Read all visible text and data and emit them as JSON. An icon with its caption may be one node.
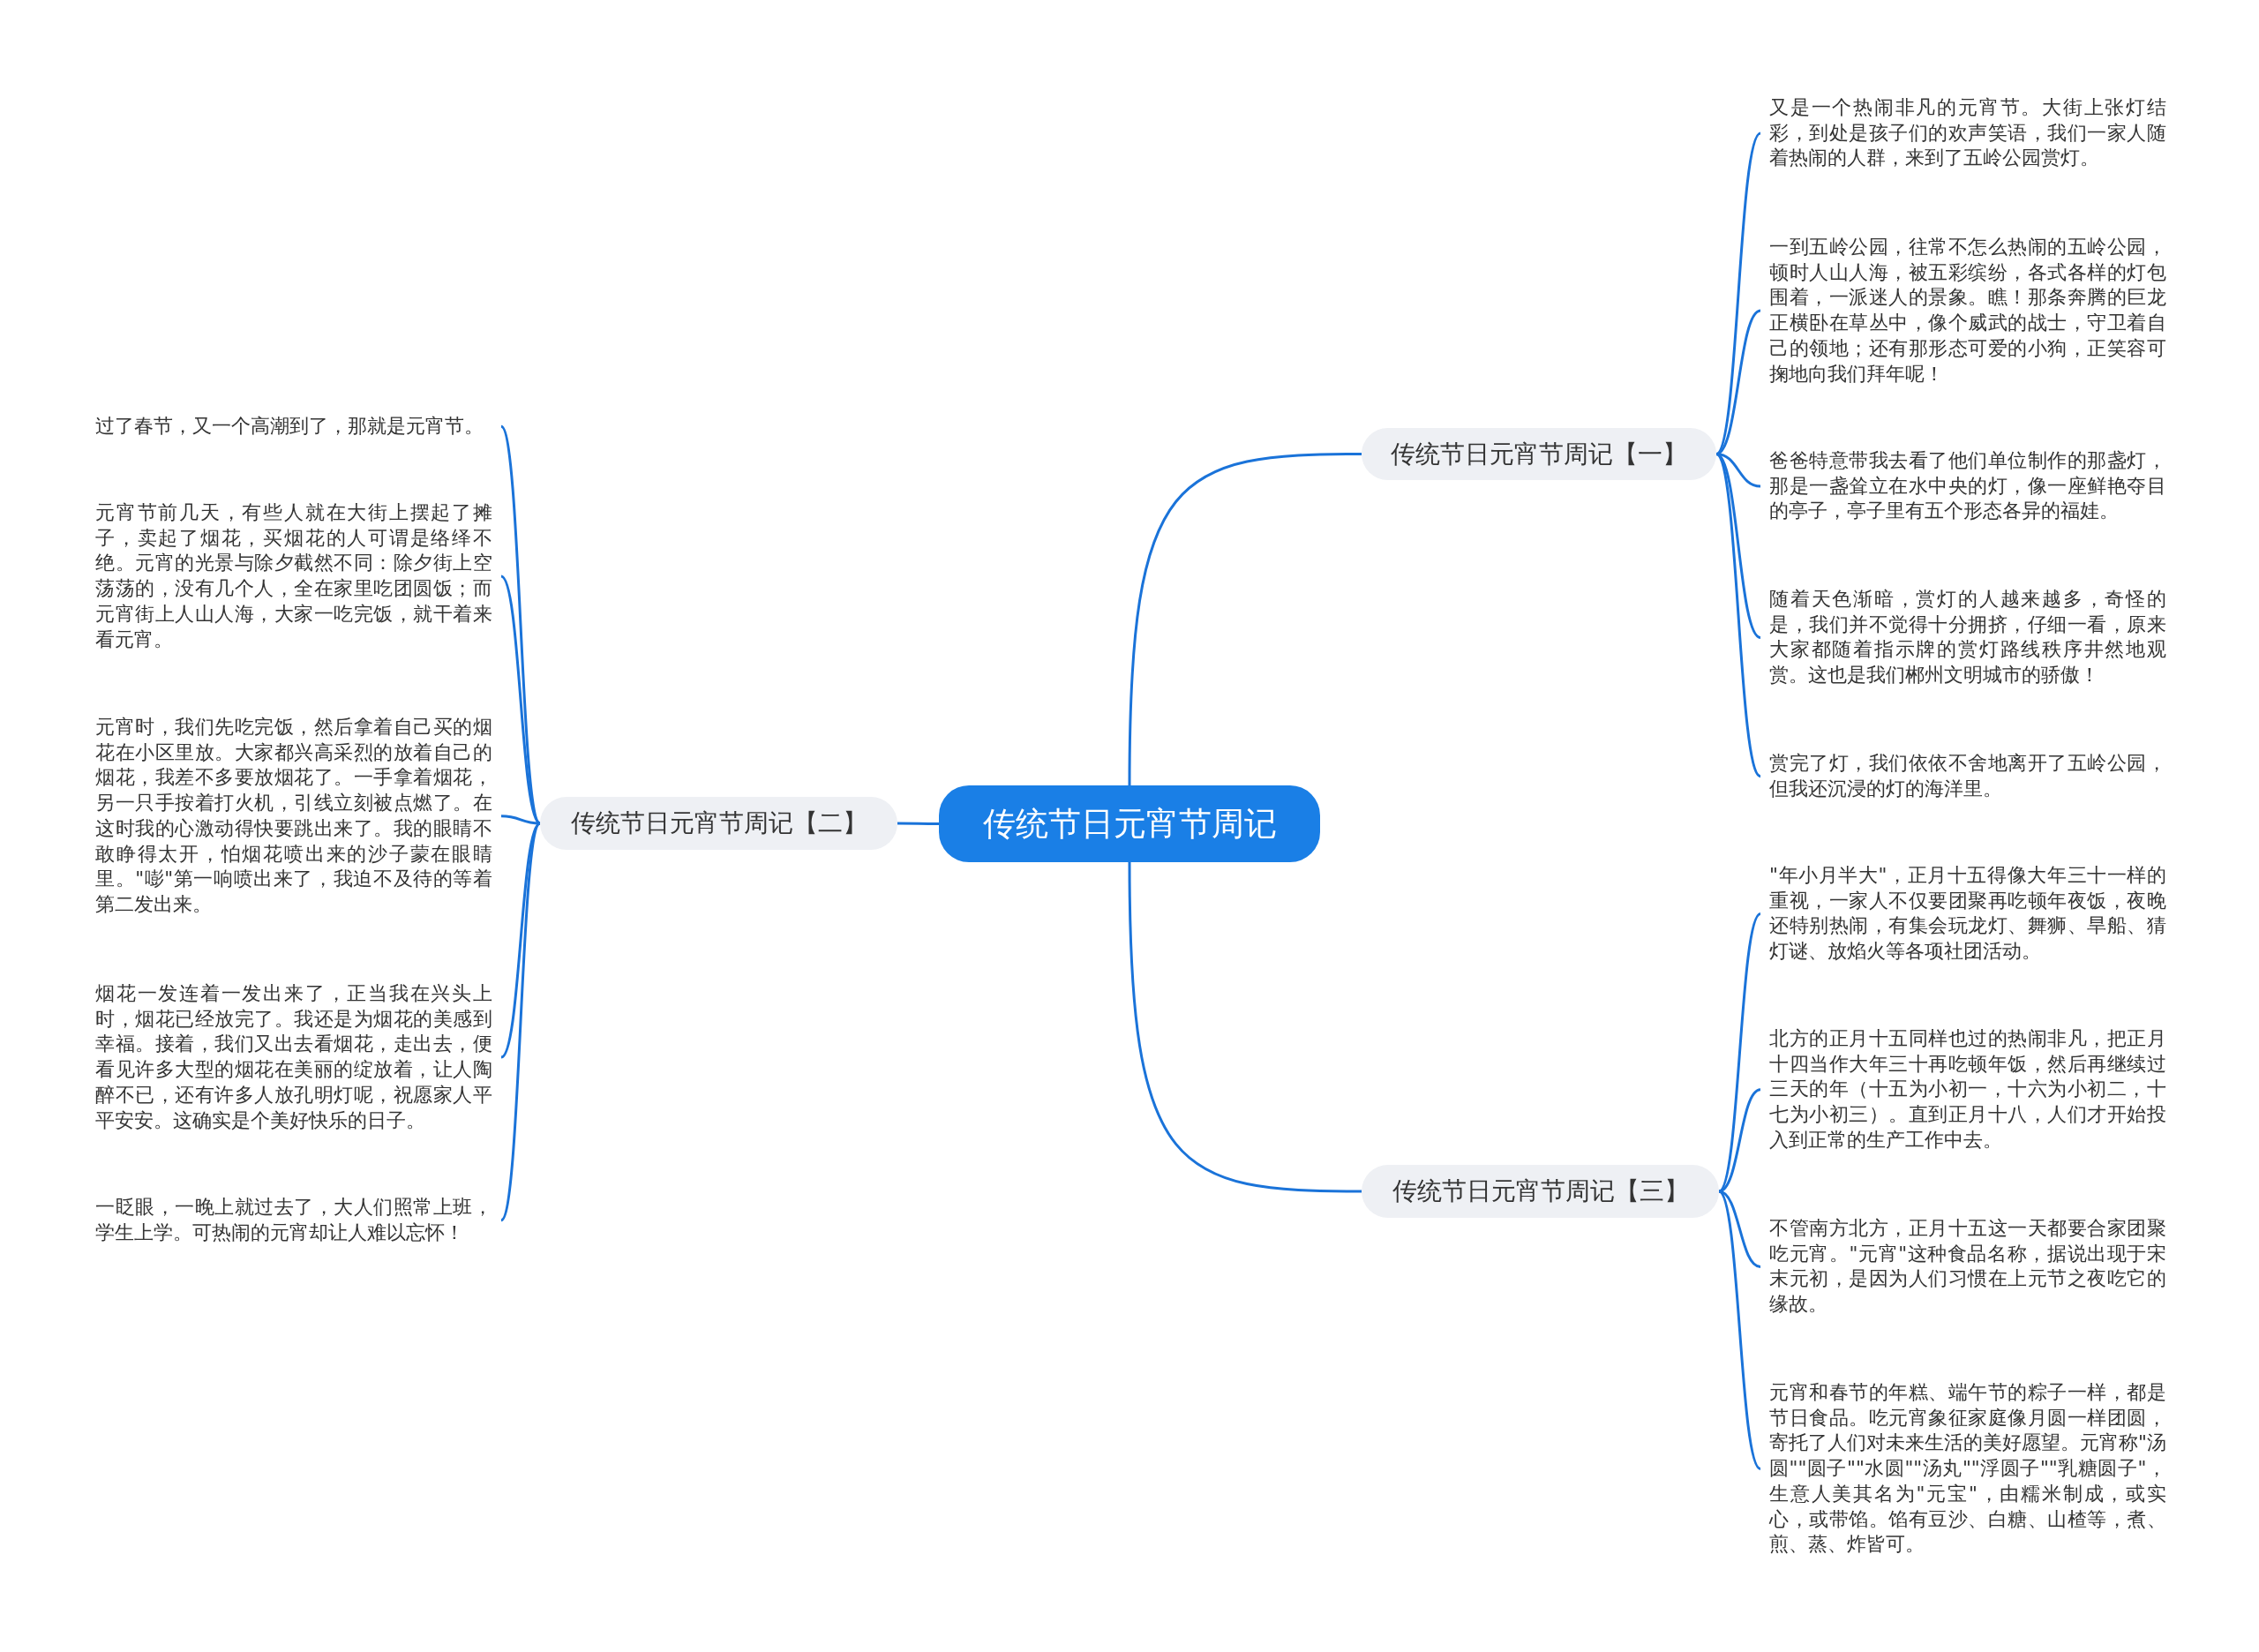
{
  "diagram": {
    "nodes": [
      {
        "text": [
          "传统节日元宵节周记"
        ]
      },
      {
        "text": [
          "传统节日元宵节周记【一】"
        ]
      },
      {
        "text": [
          "又是一个热闹非凡的元宵节。大街上张灯结彩，到处是孩子们的欢声笑语，我们一家人随着热闹的人群，来到了五岭公园赏灯。"
        ]
      },
      {
        "text": [
          "一到五岭公园，往常不怎么热闹的五岭公园，顿时人山人海，被五彩缤纷，各式各样的灯包围着，一派迷人的景象。瞧！那条奔腾的巨龙正横卧在草丛中，像个威武的战士，守卫着自己的领地；还有那形态可爱的小狗，正笑容可掬地向我们拜年呢！"
        ]
      },
      {
        "text": [
          "爸爸特意带我去看了他们单位制作的那盏灯，那是一盏耸立在水中央的灯，像一座鲜艳夺目的亭子，亭子里有五个形态各异的福娃。"
        ]
      },
      {
        "text": [
          "随着天色渐暗，赏灯的人越来越多，奇怪的是，我们并不觉得十分拥挤，仔细一看，原来大家都随着指示牌的赏灯路线秩序井然地观赏。这也是我们郴州文明城市的骄傲！"
        ]
      },
      {
        "text": [
          "赏完了灯，我们依依不舍地离开了五岭公园，但我还沉浸的灯的海洋里。"
        ]
      },
      {
        "text": [
          "传统节日元宵节周记【二】"
        ]
      },
      {
        "text": [
          "过了春节，又一个高潮到了，那就是元宵节。"
        ]
      },
      {
        "text": [
          "元宵节前几天，有些人就在大街上摆起了摊子，卖起了烟花，买烟花的人可谓是络绎不绝。元宵的光景与除夕截然不同：除夕街上空荡荡的，没有几个人，全在家里吃团圆饭；而元宵街上人山人海，大家一吃完饭，就干着来看元宵。"
        ]
      },
      {
        "text": [
          "元宵时，我们先吃完饭，然后拿着自己买的烟花在小区里放。大家都兴高采烈的放着自己的烟花，我差不多要放烟花了。一手拿着烟花，另一只手按着打火机，引线立刻被点燃了。在这时我的心激动得快要跳出来了。我的眼睛不敢睁得太开，怕烟花喷出来的沙子蒙在眼睛里。\"嘭\"第一响喷出来了，我迫不及待的等着第二发出来。"
        ]
      },
      {
        "text": [
          "烟花一发连着一发出来了，正当我在兴头上时，烟花已经放完了。我还是为烟花的美感到幸福。接着，我们又出去看烟花，走出去，便看见许多大型的烟花在美丽的绽放着，让人陶醉不已，还有许多人放孔明灯呢，祝愿家人平平安安。这确实是个美好快乐的日子。"
        ]
      },
      {
        "text": [
          "一眨眼，一晚上就过去了，大人们照常上班，学生上学。可热闹的元宵却让人难以忘怀！"
        ]
      },
      {
        "text": [
          "传统节日元宵节周记【三】"
        ]
      },
      {
        "text": [
          "\"年小月半大\"，正月十五得像大年三十一样的重视，一家人不仅要团聚再吃顿年夜饭，夜晚还特别热闹，有集会玩龙灯、舞狮、旱船、猜灯谜、放焰火等各项社团活动。"
        ]
      },
      {
        "text": [
          "北方的正月十五同样也过的热闹非凡，把正月十四当作大年三十再吃顿年饭，然后再继续过三天的年（十五为小初一，十六为小初二，十七为小初三）。直到正月十八，人们才开始投入到正常的生产工作中去。"
        ]
      },
      {
        "text": [
          "不管南方北方，正月十五这一天都要合家团聚吃元宵。\"元宵\"这种食品名称，据说出现于宋末元初，是因为人们习惯在上元节之夜吃它的缘故。"
        ]
      },
      {
        "text": [
          "元宵和春节的年糕、端午节的粽子一样，都是节日食品。吃元宵象征家庭像月圆一样团圆，寄托了人们对未来生活的美好愿望。元宵称\"汤圆\"\"圆子\"\"水圆\"\"汤丸\"\"浮圆子\"\"乳糖圆子\"，生意人美其名为\"元宝\"，由糯米制成，或实心，或带馅。馅有豆沙、白糖、山楂等，煮、煎、蒸、炸皆可。"
        ]
      }
    ],
    "edges": [
      {
        "from": 0,
        "to": 1,
        "arrow": "none"
      },
      {
        "from": 1,
        "to": 2,
        "arrow": "none"
      },
      {
        "from": 1,
        "to": 3,
        "arrow": "none"
      },
      {
        "from": 1,
        "to": 4,
        "arrow": "none"
      },
      {
        "from": 1,
        "to": 5,
        "arrow": "none"
      },
      {
        "from": 1,
        "to": 6,
        "arrow": "none"
      },
      {
        "from": 0,
        "to": 7,
        "arrow": "none"
      },
      {
        "from": 7,
        "to": 8,
        "arrow": "none"
      },
      {
        "from": 7,
        "to": 9,
        "arrow": "none"
      },
      {
        "from": 7,
        "to": 10,
        "arrow": "none"
      },
      {
        "from": 7,
        "to": 11,
        "arrow": "none"
      },
      {
        "from": 7,
        "to": 12,
        "arrow": "none"
      },
      {
        "from": 0,
        "to": 13,
        "arrow": "none"
      },
      {
        "from": 13,
        "to": 14,
        "arrow": "none"
      },
      {
        "from": 13,
        "to": 15,
        "arrow": "none"
      },
      {
        "from": 13,
        "to": 16,
        "arrow": "none"
      },
      {
        "from": 13,
        "to": 17,
        "arrow": "none"
      }
    ]
  }
}
